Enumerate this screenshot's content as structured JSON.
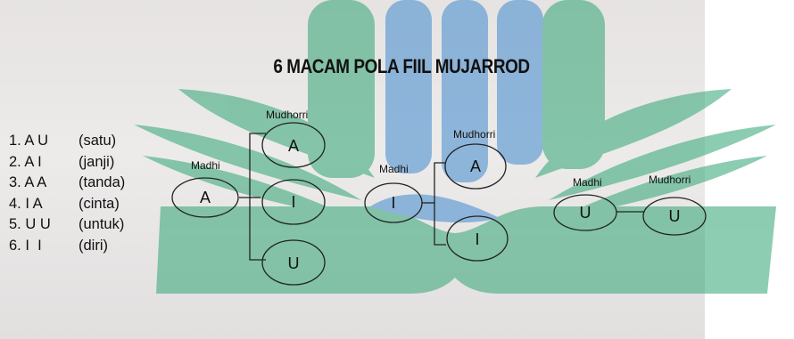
{
  "title": "6 MACAM POLA FIIL MUJARROD",
  "legend": [
    {
      "code": "1. A U",
      "word": "(satu)"
    },
    {
      "code": "2. A I",
      "word": "(janji)"
    },
    {
      "code": "3. A A",
      "word": "(tanda)"
    },
    {
      "code": "4. I A",
      "word": "(cinta)"
    },
    {
      "code": "5. U U",
      "word": "(untuk)"
    },
    {
      "code": "6. I  I",
      "word": "(diri)"
    }
  ],
  "diagram": {
    "madhi_label": "Madhi",
    "mudhorri_label": "Mudhorri",
    "group1": {
      "madhi": "A",
      "mudhorri": [
        "A",
        "I",
        "U"
      ]
    },
    "group2": {
      "madhi": "I",
      "mudhorri": [
        "A",
        "I"
      ]
    },
    "group3": {
      "madhi": "U",
      "mudhorri": [
        "U"
      ]
    }
  },
  "colors": {
    "watermark_green": "#3aa87a",
    "watermark_blue": "#4a8fd0",
    "paper": "#e8e6e5",
    "ink": "#111111"
  }
}
